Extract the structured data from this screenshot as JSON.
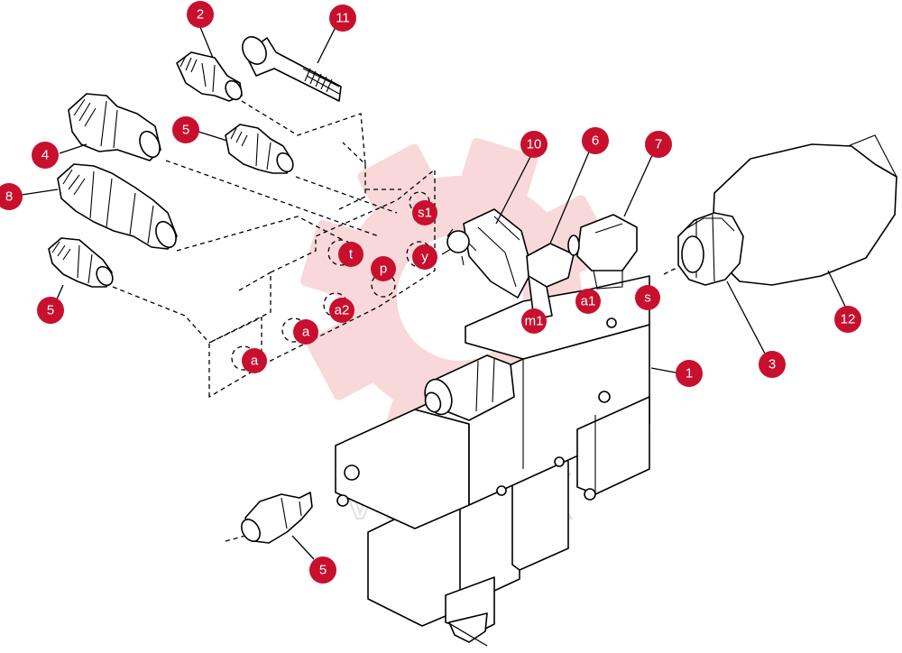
{
  "colors": {
    "callout": "#c8102e",
    "watermark": "#f4b9b9",
    "line": "#000000"
  },
  "watermark": {
    "text": "VIHTEX",
    "icon": "gear-logo"
  },
  "callouts": {
    "c1": "1",
    "c2": "2",
    "c3": "3",
    "c4": "4",
    "c5a": "5",
    "c5b": "5",
    "c5c": "5",
    "c6": "6",
    "c7": "7",
    "c8": "8",
    "c10": "10",
    "c11": "11",
    "c12": "12"
  },
  "ports": {
    "s1": "s1",
    "t": "t",
    "y": "y",
    "p": "p",
    "a2": "a2",
    "a_upper": "a",
    "a_lower": "a",
    "s": "s",
    "a1": "a1",
    "m1": "m1"
  }
}
